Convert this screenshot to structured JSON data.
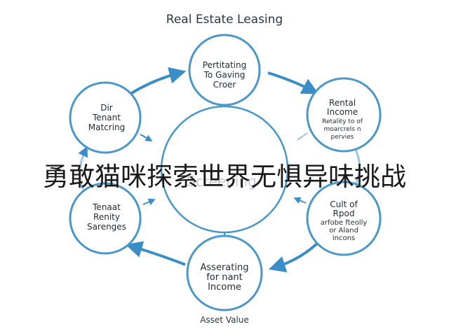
{
  "title": "Real Estate Leasing",
  "footer": "Asset Value",
  "overlay_text": "勇敢猫咪探索世界无惧异味挑战",
  "center": {
    "label": "Screening"
  },
  "nodes": [
    {
      "id": "top",
      "lines": [
        "Pertitating",
        "To Gaving",
        "Croer"
      ]
    },
    {
      "id": "right-upper",
      "lines": [
        "Rental",
        "Income",
        "Retality to of",
        "moarcrels n",
        "pervies"
      ]
    },
    {
      "id": "right-lower",
      "lines": [
        "Cult of",
        "Rpod",
        "arfobe fteolly",
        "or Aland",
        "incons"
      ]
    },
    {
      "id": "bottom",
      "lines": [
        "Asserating",
        "for nant",
        "Income"
      ]
    },
    {
      "id": "left-lower",
      "lines": [
        "Tenaat",
        "Renity",
        "Sarenges"
      ]
    },
    {
      "id": "left-upper",
      "lines": [
        "Dir",
        "Tenant",
        "Matcring"
      ]
    }
  ],
  "colors": {
    "accent": "#3f8fc4",
    "ring": "#4a97c9",
    "arrow": "#3a8ec7"
  }
}
